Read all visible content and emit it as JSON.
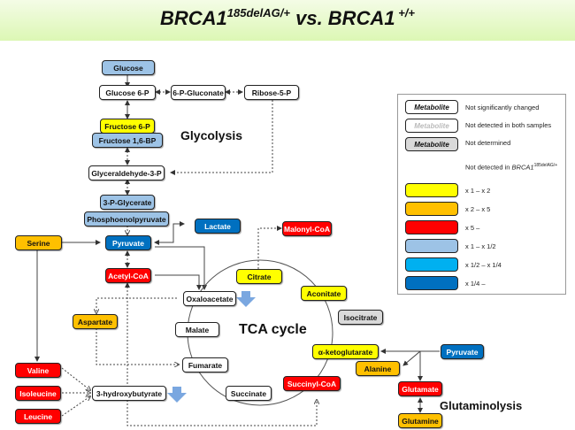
{
  "title": {
    "main": "BRCA1",
    "sup1": "185delAG/+",
    "vs": " vs. BRCA1",
    "sup2": " +/+"
  },
  "sections": {
    "glycolysis": "Glycolysis",
    "tca": "TCA cycle",
    "glutaminolysis": "Glutaminolysis"
  },
  "nodes": {
    "glucose": {
      "label": "Glucose",
      "status": "x 1 – x 1/2"
    },
    "glucose6p": {
      "label": "Glucose 6-P",
      "status": "Not significantly changed"
    },
    "gluconate6p": {
      "label": "6-P-Gluconate",
      "status": "Not significantly changed"
    },
    "ribose5p": {
      "label": "Ribose-5-P",
      "status": "Not significantly changed"
    },
    "fructose6p": {
      "label": "Fructose 6-P",
      "status": "x 1 – x 2"
    },
    "fructose16bp": {
      "label": "Fructose 1,6-BP",
      "status": "x 1 – x 1/2"
    },
    "glyceraldehyde3p": {
      "label": "Glyceraldehyde-3-P",
      "status": "Not significantly changed"
    },
    "pglycerate3": {
      "label": "3-P-Glycerate",
      "status": "x 1 – x 1/2"
    },
    "pep": {
      "label": "Phosphoenolpyruvate",
      "status": "x 1 – x 1/2"
    },
    "lactate": {
      "label": "Lactate",
      "status": "x 1/4 –"
    },
    "serine": {
      "label": "Serine",
      "status": "x 2 – x 5"
    },
    "pyruvate": {
      "label": "Pyruvate",
      "status": "x 1/4 –"
    },
    "malonylcoa": {
      "label": "Malonyl-CoA",
      "status": "x 5 –"
    },
    "acetylcoa": {
      "label": "Acetyl-CoA",
      "status": "x 5 –"
    },
    "citrate": {
      "label": "Citrate",
      "status": "x 1 – x 2"
    },
    "aconitate": {
      "label": "Aconitate",
      "status": "x 1 – x 2"
    },
    "oxaloacetate": {
      "label": "Oxaloacetate",
      "status": "Not significantly changed"
    },
    "aspartate": {
      "label": "Aspartate",
      "status": "x 2 – x 5"
    },
    "isocitrate": {
      "label": "Isocitrate",
      "status": "Not determined"
    },
    "malate": {
      "label": "Malate",
      "status": "Not significantly changed"
    },
    "akg": {
      "label": "α-ketoglutarate",
      "status": "x 1 – x 2"
    },
    "fumarate": {
      "label": "Fumarate",
      "status": "Not significantly changed"
    },
    "pyruvate2": {
      "label": "Pyruvate",
      "status": "x 1/4 –"
    },
    "alanine": {
      "label": "Alanine",
      "status": "x 2 – x 5"
    },
    "valine": {
      "label": "Valine",
      "status": "x 5 –"
    },
    "isoleucine": {
      "label": "Isoleucine",
      "status": "x 5 –"
    },
    "leucine": {
      "label": "Leucine",
      "status": "x 5 –"
    },
    "hydroxybutyrate": {
      "label": "3-hydroxybutyrate",
      "status": "Not significantly changed"
    },
    "succinate": {
      "label": "Succinate",
      "status": "Not significantly changed"
    },
    "succinylcoa": {
      "label": "Succinyl-CoA",
      "status": "x 5 –"
    },
    "glutamate": {
      "label": "Glutamate",
      "status": "x 5 –"
    },
    "glutamine": {
      "label": "Glutamine",
      "status": "x 2 – x 5"
    }
  },
  "legend": {
    "items": [
      {
        "swatch": "Metabolite",
        "text": "Not significantly changed"
      },
      {
        "swatch": "Metabolite",
        "text": "Not detected in both samples"
      },
      {
        "swatch": "Metabolite",
        "text": "Not determined"
      },
      {
        "swatch": "",
        "text": "Not detected in ",
        "text_italic": "BRCA1",
        "text_sup": "185delAG/+"
      },
      {
        "swatch": "",
        "text": "x 1 – x 2",
        "color": "#ffff00"
      },
      {
        "swatch": "",
        "text": "x 2 – x 5",
        "color": "#ffc000"
      },
      {
        "swatch": "",
        "text": "x 5 –",
        "color": "#ff0000"
      },
      {
        "swatch": "",
        "text": "x 1 – x 1/2",
        "color": "#9dc3e6"
      },
      {
        "swatch": "",
        "text": "x 1/2 – x 1/4",
        "color": "#00b0f0"
      },
      {
        "swatch": "",
        "text": "x 1/4 –",
        "color": "#0070c0"
      }
    ]
  },
  "colors": {
    "header_top": "#f4fce6",
    "header_bottom": "#dcf7b4",
    "arrow": "#7aa7e0"
  }
}
